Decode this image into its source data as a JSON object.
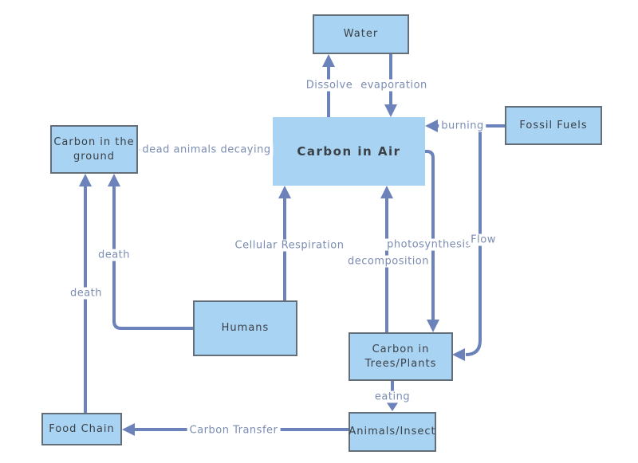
{
  "nodes": {
    "water": {
      "label": "Water"
    },
    "carbon_in_air": {
      "label": "Carbon in Air"
    },
    "fossil_fuels": {
      "label": "Fossil Fuels"
    },
    "carbon_in_ground": {
      "label": "Carbon in the\nground"
    },
    "humans": {
      "label": "Humans"
    },
    "trees_plants": {
      "label": "Carbon in\nTrees/Plants"
    },
    "animals_insect": {
      "label": "Animals/Insect"
    },
    "food_chain": {
      "label": "Food Chain"
    }
  },
  "edges": {
    "dissolve": {
      "label": "Dissolve",
      "from": "carbon_in_air",
      "to": "water"
    },
    "evaporation": {
      "label": "evaporation",
      "from": "water",
      "to": "carbon_in_air"
    },
    "burning": {
      "label": "burning",
      "from": "fossil_fuels",
      "to": "carbon_in_air"
    },
    "dead_animals": {
      "label": "dead animals decaying",
      "from": "carbon_in_air",
      "to": "carbon_in_ground"
    },
    "cellular_resp": {
      "label": "Cellular Respiration",
      "from": "humans",
      "to": "carbon_in_air"
    },
    "decomposition": {
      "label": "decomposition",
      "from": "trees_plants",
      "to": "carbon_in_air"
    },
    "photosynthesis": {
      "label": "photosynthesis",
      "from": "carbon_in_air",
      "to": "trees_plants"
    },
    "flow": {
      "label": "Flow",
      "from": "fossil_fuels",
      "to": "trees_plants"
    },
    "death_humans": {
      "label": "death",
      "from": "humans",
      "to": "carbon_in_ground"
    },
    "death_food_chain": {
      "label": "death",
      "from": "food_chain",
      "to": "carbon_in_ground"
    },
    "eating": {
      "label": "eating",
      "from": "trees_plants",
      "to": "animals_insect"
    },
    "carbon_transfer": {
      "label": "Carbon Transfer",
      "from": "animals_insect",
      "to": "food_chain"
    }
  },
  "colors": {
    "node_fill": "#a9d3f2",
    "node_border": "#636e79",
    "node_text": "#3b4046",
    "edge_line": "#6b82ba",
    "edge_label": "#7b8cb2",
    "background": "#ffffff"
  }
}
